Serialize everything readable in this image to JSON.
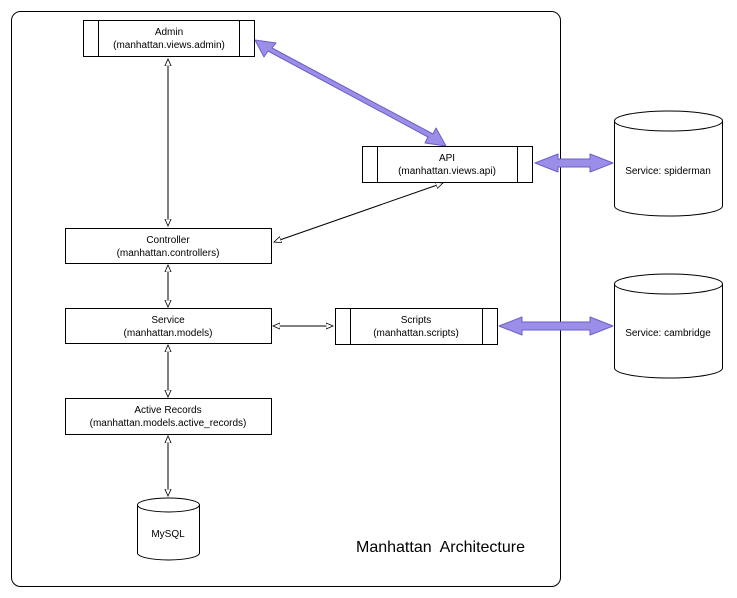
{
  "diagram_title": "Manhattan  Architecture",
  "nodes": {
    "admin": {
      "name": "Admin",
      "module": "(manhattan.views.admin)"
    },
    "api": {
      "name": "API",
      "module": "(manhattan.views.api)"
    },
    "controller": {
      "name": "Controller",
      "module": "(manhattan.controllers)"
    },
    "service": {
      "name": "Service",
      "module": "(manhattan.models)"
    },
    "scripts": {
      "name": "Scripts",
      "module": "(manhattan.scripts)"
    },
    "active_records": {
      "name": "Active Records",
      "module": "(manhattan.models.active_records)"
    },
    "mysql": {
      "name": "MySQL"
    },
    "spiderman": {
      "name": "Service: spiderman"
    },
    "cambridge": {
      "name": "Service: cambridge"
    }
  },
  "colors": {
    "border": "#000000",
    "big_arrow_fill": "#9b8ee8",
    "big_arrow_stroke": "#6a5fc7"
  }
}
